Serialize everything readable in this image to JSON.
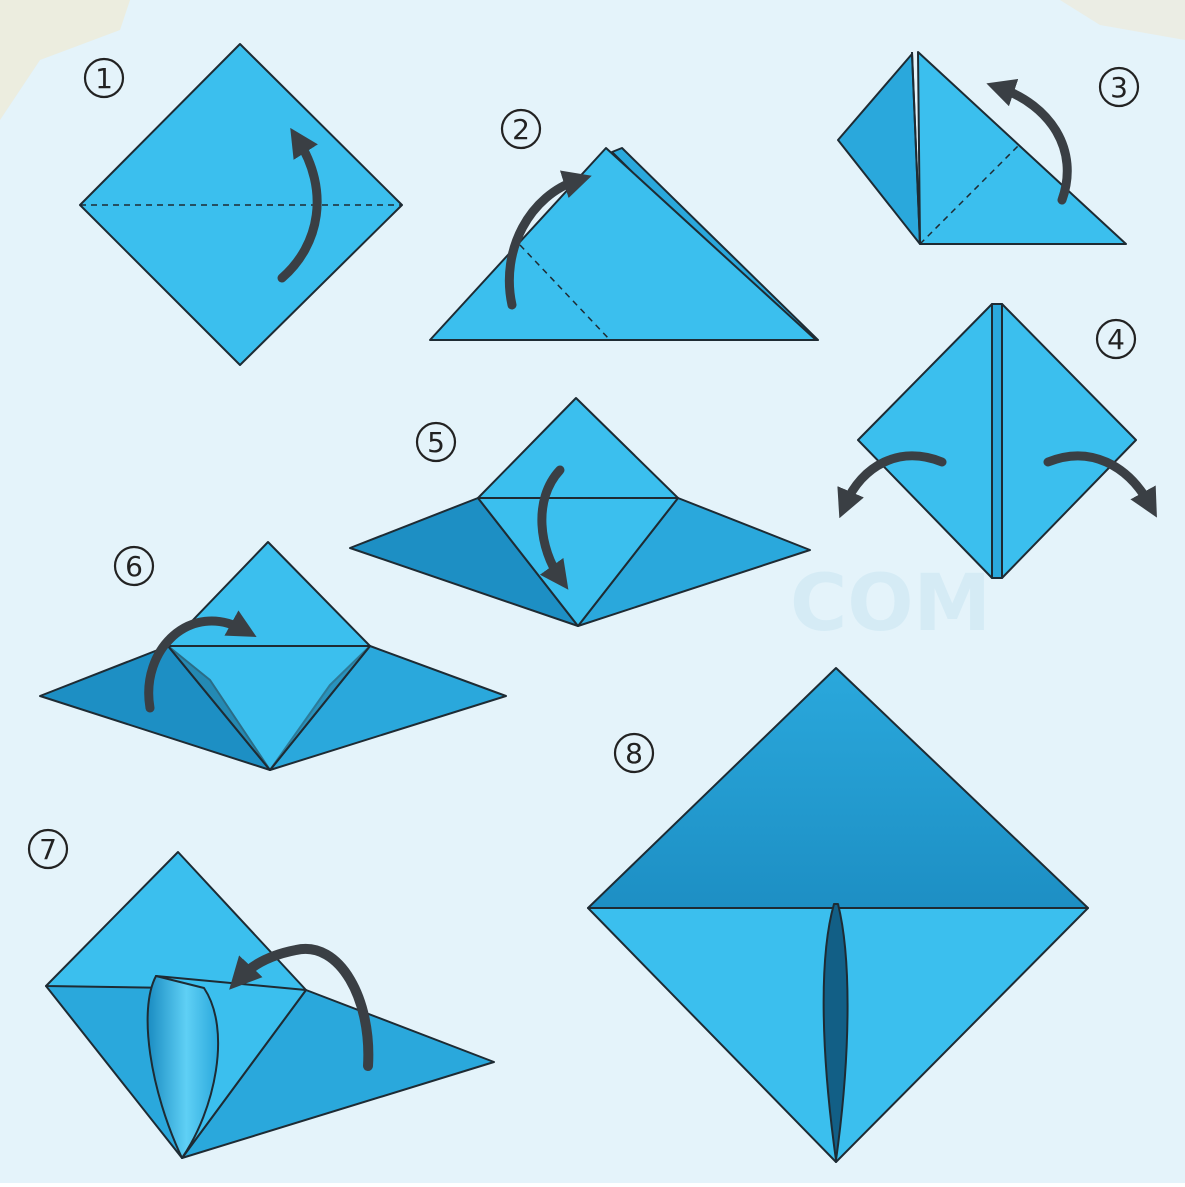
{
  "colors": {
    "background": "#e4f3fa",
    "paper_light": "#3bbfee",
    "paper_mid": "#2aa8dc",
    "paper_dark": "#1a8cc2",
    "paper_shadow": "#125f86",
    "outline": "#1e2b33",
    "arrow": "#3a3f44",
    "corner_tint": "#f3e7c9"
  },
  "watermark": {
    "text": "COM"
  },
  "steps": [
    {
      "label": "1",
      "icon": "fold-up-arrow-icon"
    },
    {
      "label": "2",
      "icon": "fold-over-arrow-icon"
    },
    {
      "label": "3",
      "icon": "fold-up-arrow-icon"
    },
    {
      "label": "4",
      "icon": "pull-apart-arrows-icon"
    },
    {
      "label": "5",
      "icon": "fold-down-arrow-icon"
    },
    {
      "label": "6",
      "icon": "fold-over-arrow-icon"
    },
    {
      "label": "7",
      "icon": "fold-back-arrow-icon"
    },
    {
      "label": "8",
      "icon": "finished-fold"
    }
  ]
}
